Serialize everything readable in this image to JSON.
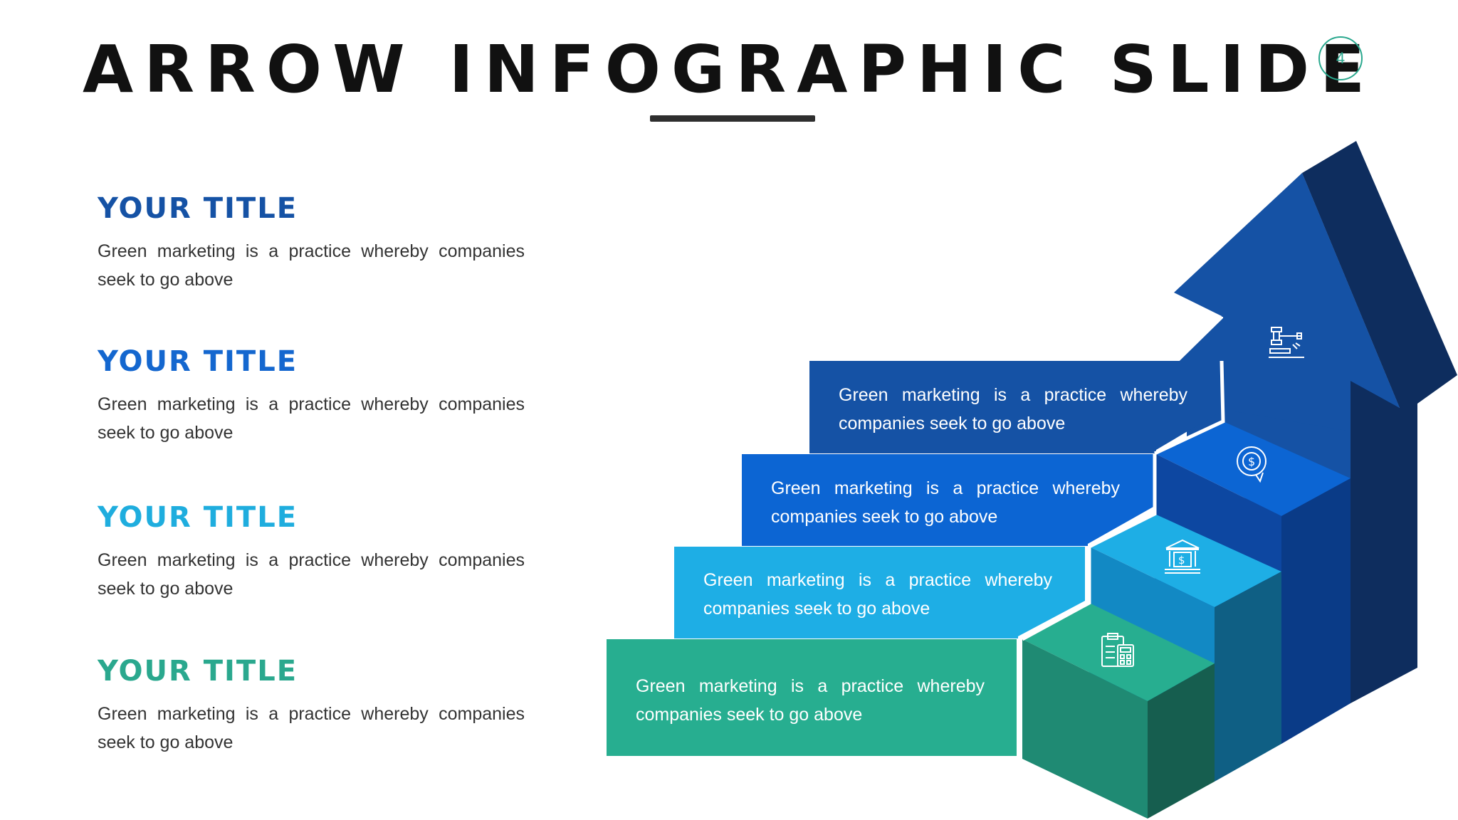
{
  "slide": {
    "title": "ARROW INFOGRAPHIC SLIDE",
    "page_number": "4"
  },
  "left_items": [
    {
      "title": "YOUR TITLE",
      "text": "Green marketing is a practice whereby companies seek to go above",
      "color": "#1552a5"
    },
    {
      "title": "YOUR TITLE",
      "text": "Green marketing is a practice whereby companies seek to go above",
      "color": "#1467cf"
    },
    {
      "title": "YOUR TITLE",
      "text": "Green marketing is a practice whereby companies seek to go above",
      "color": "#1fadde"
    },
    {
      "title": "YOUR TITLE",
      "text": "Green marketing is a practice whereby companies seek to go above",
      "color": "#2aa88e"
    }
  ],
  "steps": [
    {
      "text": "Green marketing is a practice whereby companies seek to go above",
      "icon": "gavel-icon",
      "color": "#1552a5"
    },
    {
      "text": "Green marketing is a practice whereby companies seek to go above",
      "icon": "dollar-search-icon",
      "color": "#0c65d3"
    },
    {
      "text": "Green marketing is a practice whereby companies seek to go above",
      "icon": "bank-icon",
      "color": "#1eaee5"
    },
    {
      "text": "Green marketing is a practice whereby companies seek to go above",
      "icon": "clipboard-calculator-icon",
      "color": "#27ae90"
    }
  ]
}
